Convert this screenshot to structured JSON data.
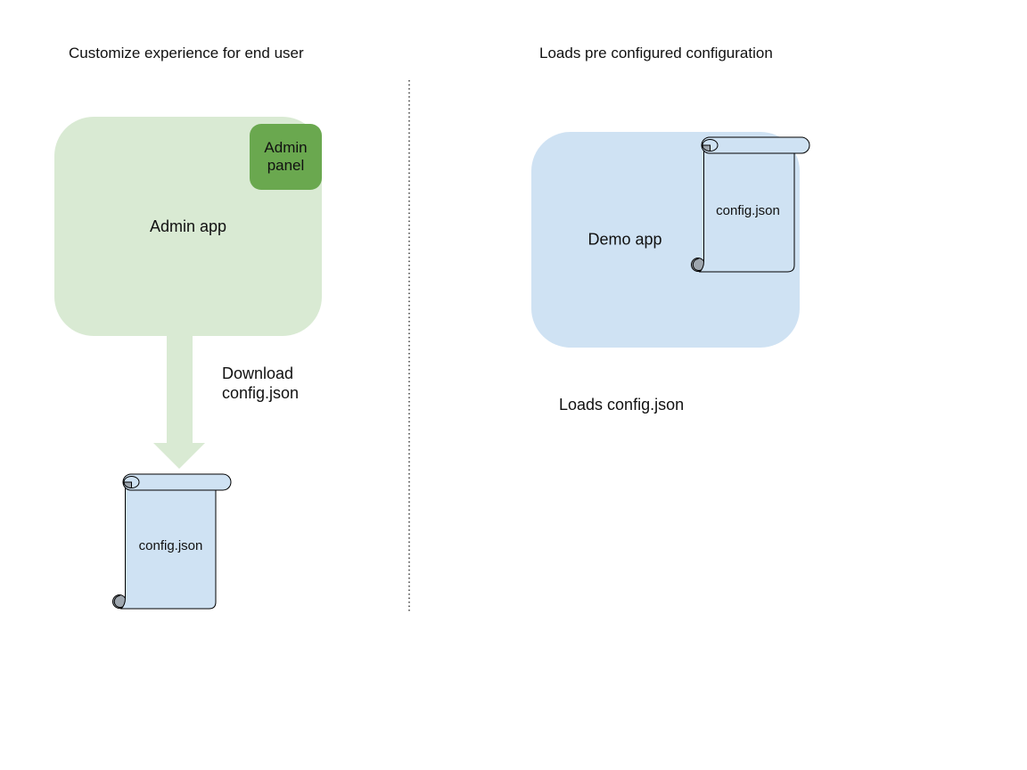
{
  "diagram": {
    "left": {
      "title": "Customize experience for end user",
      "admin_app_label": "Admin app",
      "admin_panel_label": "Admin panel",
      "arrow_label": "Download\nconfig.json",
      "config_file_label": "config.json"
    },
    "right": {
      "title": "Loads pre configured configuration",
      "demo_app_label": "Demo app",
      "config_file_label": "config.json",
      "caption": "Loads config.json"
    },
    "icons": {
      "config_file_shape": "scroll-icon",
      "download_arrow": "down-arrow-icon"
    },
    "colors": {
      "admin_app_fill": "#d9ead3",
      "admin_panel_fill": "#6aa84f",
      "arrow_fill": "#d9ead3",
      "demo_app_fill": "#cfe2f3",
      "scroll_fill": "#cfe2f3",
      "scroll_curl_gray": "#9ea6ae",
      "shape_outline": "#000000",
      "divider_gray": "#707070",
      "text": "#111111",
      "background": "#ffffff"
    }
  }
}
